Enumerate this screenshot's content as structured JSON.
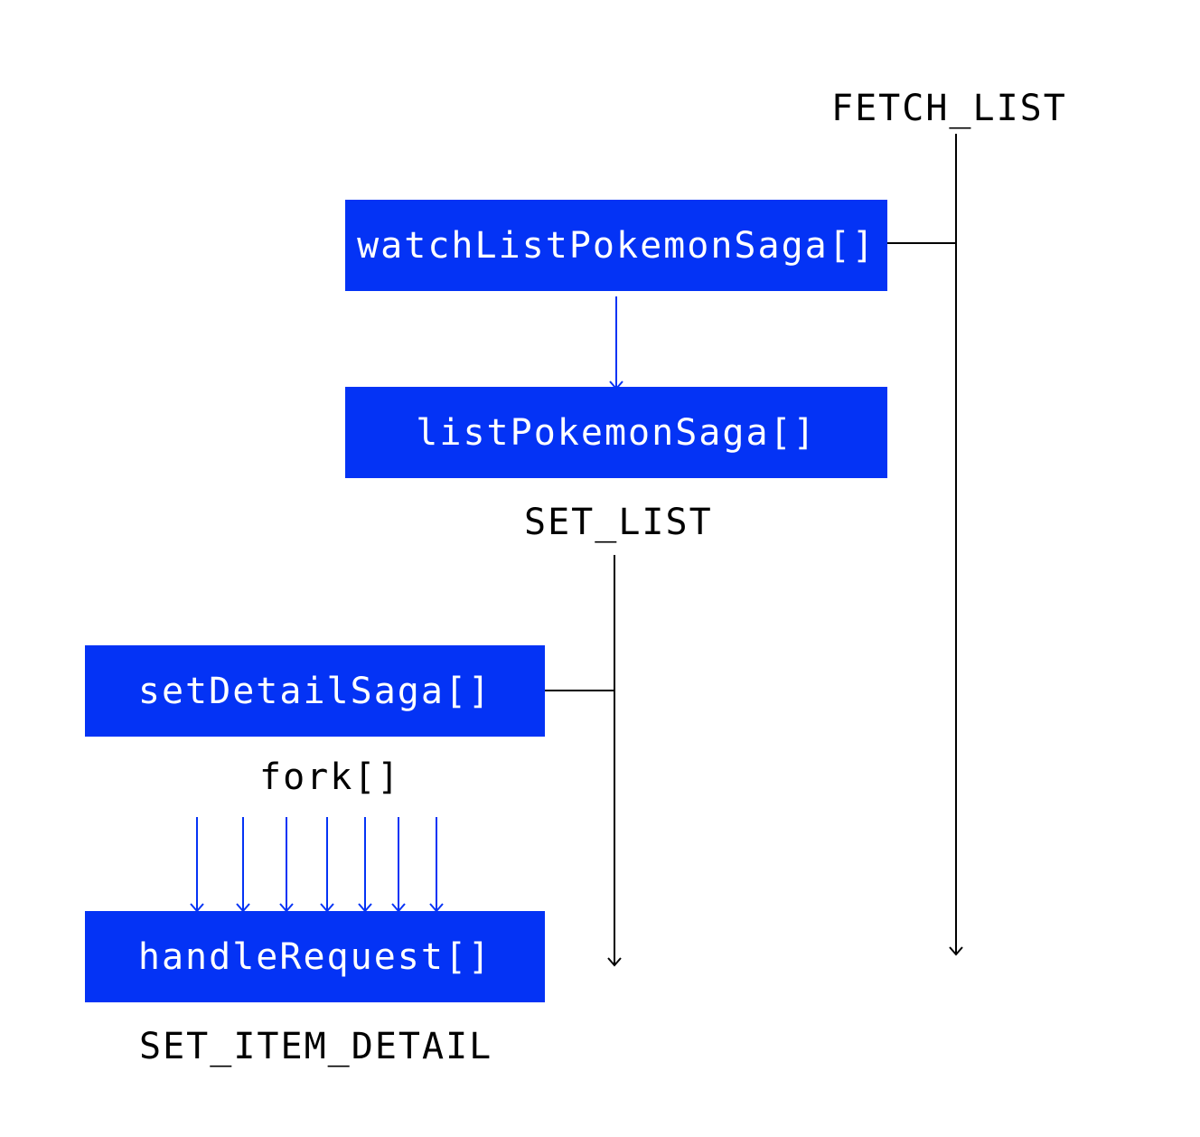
{
  "colors": {
    "box_fill": "#0433f5",
    "box_text": "#ffffff",
    "connector_black": "#000000",
    "connector_blue": "#0433f5"
  },
  "actions": {
    "fetch_list": "FETCH_LIST",
    "set_list": "SET_LIST",
    "set_item_detail": "SET_ITEM_DETAIL"
  },
  "effects": {
    "fork": "fork[]"
  },
  "sagas": {
    "watch_list": "watchListPokemonSaga[]",
    "list": "listPokemonSaga[]",
    "set_detail": "setDetailSaga[]",
    "handle_request": "handleRequest[]"
  },
  "fork_arrow_count": 7
}
